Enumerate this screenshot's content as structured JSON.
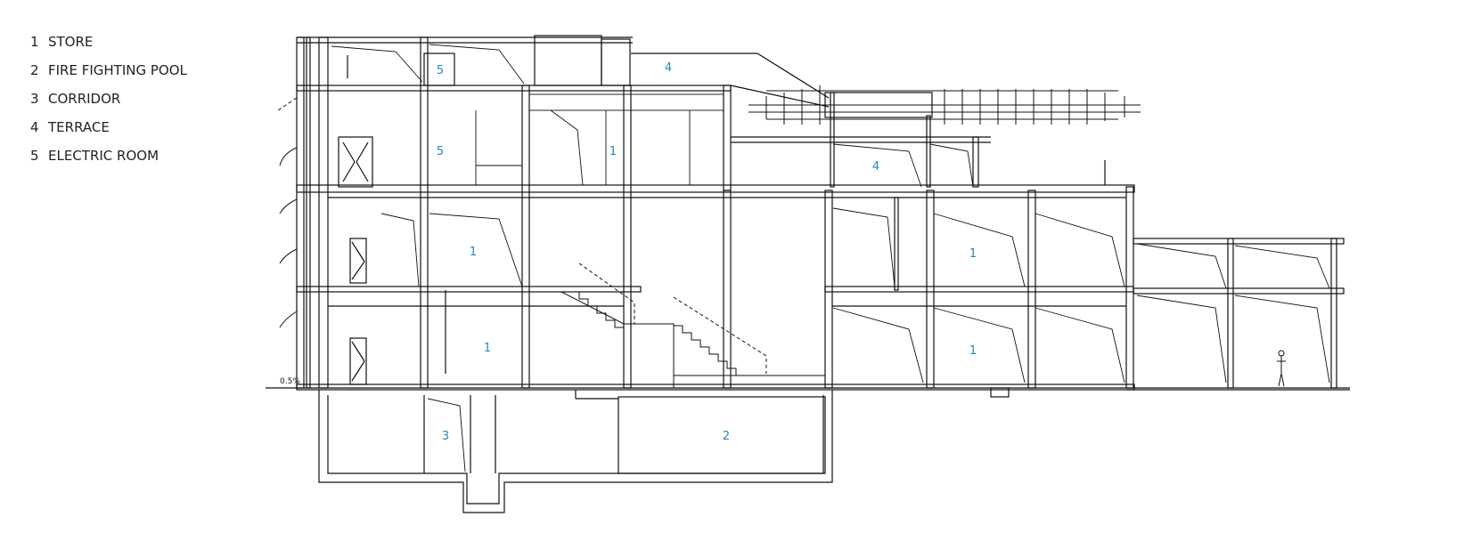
{
  "legend": [
    {
      "num": "1",
      "label": "STORE"
    },
    {
      "num": "2",
      "label": "FIRE FIGHTING POOL"
    },
    {
      "num": "3",
      "label": "CORRIDOR"
    },
    {
      "num": "4",
      "label": "TERRACE"
    },
    {
      "num": "5",
      "label": "ELECTRIC ROOM"
    }
  ],
  "room_tags": [
    "5",
    "4",
    "5",
    "1",
    "4",
    "1",
    "1",
    "1",
    "1",
    "3",
    "2"
  ],
  "level_mark": "0.5%",
  "colors": {
    "line": "#111111",
    "tag": "#2a86b8",
    "text": "#222222"
  }
}
